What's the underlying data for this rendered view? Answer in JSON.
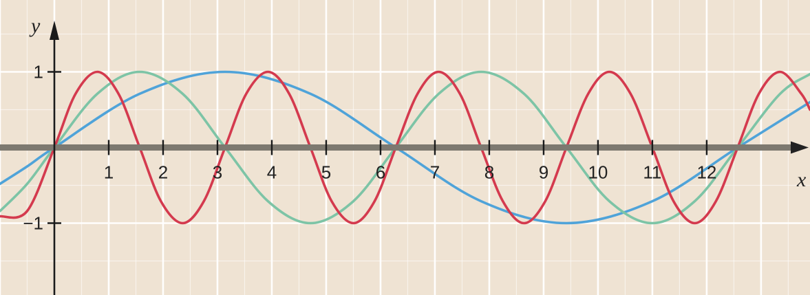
{
  "chart_data": {
    "type": "line",
    "title": "",
    "xlabel": "x",
    "ylabel": "y",
    "xlim": [
      -1,
      13.9
    ],
    "ylim": [
      -1.95,
      1.95
    ],
    "x_ticks": [
      1,
      2,
      3,
      4,
      5,
      6,
      7,
      8,
      9,
      10,
      11,
      12
    ],
    "x_tick_labels": [
      "1",
      "2",
      "3",
      "4",
      "5",
      "6",
      "7",
      "8",
      "9",
      "10",
      "11",
      "12"
    ],
    "y_ticks": [
      1,
      -1
    ],
    "y_tick_labels": [
      "1",
      "−1"
    ],
    "grid": true,
    "series": [
      {
        "function": "sin(2x)",
        "color": "#d43a4e",
        "points": [
          [
            -1.0,
            -0.91
          ],
          [
            -0.5,
            -0.84
          ],
          [
            0.0,
            0.0
          ],
          [
            0.39,
            0.71
          ],
          [
            0.79,
            1.0
          ],
          [
            1.18,
            0.71
          ],
          [
            1.57,
            0.0
          ],
          [
            1.96,
            -0.71
          ],
          [
            2.36,
            -1.0
          ],
          [
            2.75,
            -0.71
          ],
          [
            3.14,
            0.0
          ],
          [
            3.53,
            0.71
          ],
          [
            3.93,
            1.0
          ],
          [
            4.32,
            0.71
          ],
          [
            4.71,
            0.0
          ],
          [
            5.1,
            -0.71
          ],
          [
            5.5,
            -1.0
          ],
          [
            5.89,
            -0.71
          ],
          [
            6.28,
            0.0
          ],
          [
            6.68,
            0.71
          ],
          [
            7.07,
            1.0
          ],
          [
            7.46,
            0.71
          ],
          [
            7.85,
            0.0
          ],
          [
            8.25,
            -0.71
          ],
          [
            8.64,
            -1.0
          ],
          [
            9.03,
            -0.71
          ],
          [
            9.42,
            0.0
          ],
          [
            9.82,
            0.71
          ],
          [
            10.21,
            1.0
          ],
          [
            10.6,
            0.71
          ],
          [
            11.0,
            0.0
          ],
          [
            11.39,
            -0.71
          ],
          [
            11.78,
            -1.0
          ],
          [
            12.17,
            -0.71
          ],
          [
            12.57,
            0.0
          ],
          [
            12.96,
            0.71
          ],
          [
            13.35,
            1.0
          ],
          [
            13.74,
            0.71
          ],
          [
            13.9,
            0.5
          ]
        ]
      },
      {
        "function": "sin(x)",
        "color": "#7dc4a6",
        "points": [
          [
            -1.0,
            -0.84
          ],
          [
            -0.5,
            -0.48
          ],
          [
            0.0,
            0.0
          ],
          [
            0.79,
            0.71
          ],
          [
            1.57,
            1.0
          ],
          [
            2.36,
            0.71
          ],
          [
            3.14,
            0.0
          ],
          [
            3.93,
            -0.71
          ],
          [
            4.71,
            -1.0
          ],
          [
            5.5,
            -0.71
          ],
          [
            6.28,
            0.0
          ],
          [
            7.07,
            0.71
          ],
          [
            7.85,
            1.0
          ],
          [
            8.64,
            0.71
          ],
          [
            9.42,
            0.0
          ],
          [
            10.21,
            -0.71
          ],
          [
            11.0,
            -1.0
          ],
          [
            11.78,
            -0.71
          ],
          [
            12.57,
            0.0
          ],
          [
            13.35,
            0.71
          ],
          [
            13.9,
            0.97
          ]
        ]
      },
      {
        "function": "sin(x/2)",
        "color": "#4fa3d9",
        "points": [
          [
            -1.0,
            -0.48
          ],
          [
            -0.5,
            -0.25
          ],
          [
            0.0,
            0.0
          ],
          [
            1.57,
            0.71
          ],
          [
            3.14,
            1.0
          ],
          [
            4.71,
            0.71
          ],
          [
            6.28,
            0.0
          ],
          [
            7.85,
            -0.71
          ],
          [
            9.42,
            -1.0
          ],
          [
            11.0,
            -0.71
          ],
          [
            12.57,
            0.0
          ],
          [
            13.9,
            0.6
          ]
        ]
      }
    ]
  }
}
